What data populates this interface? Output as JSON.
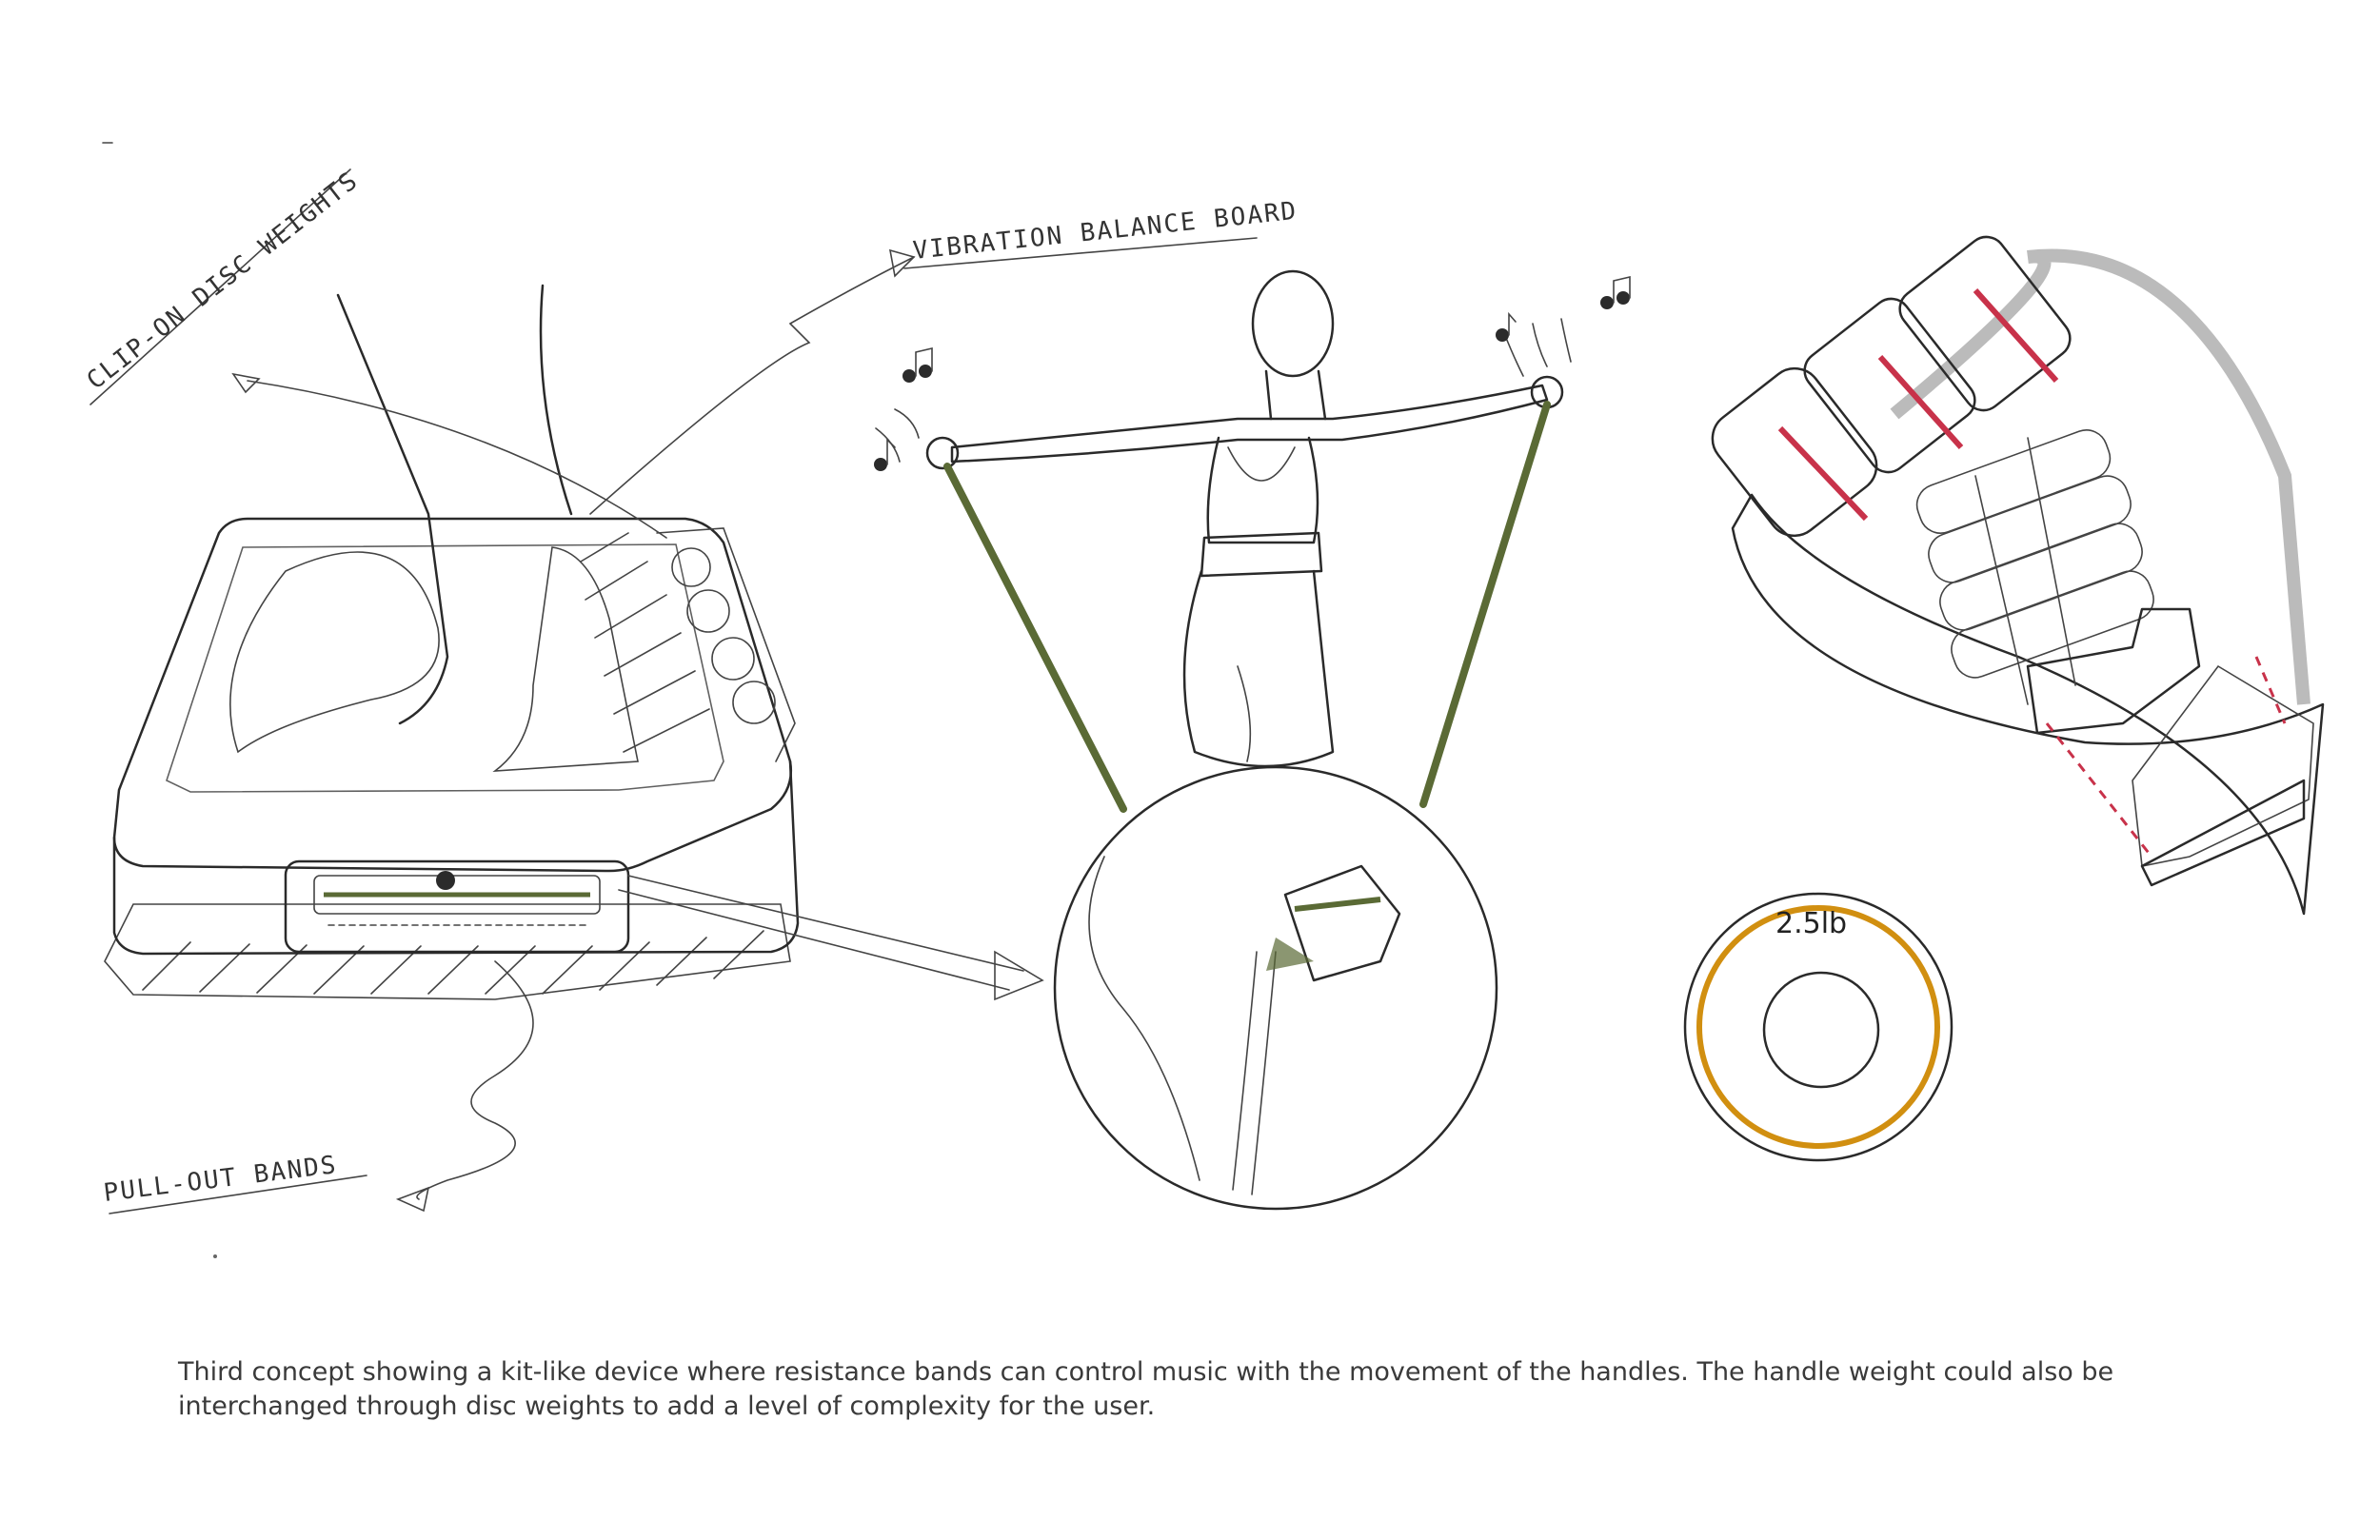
{
  "labels": {
    "clip_on_disc_weights": "CLIP-ON DISC WEIGHTS",
    "vibration_balance_board": "VIBRATION BALANCE BOARD",
    "pull_out_bands": "PULL-OUT BANDS",
    "disc_weight": "2.5lb"
  },
  "caption": {
    "line1": "Third concept showing a kit-like device where resistance bands can control music with the movement of the handles. The handle weight could also be",
    "line2": "interchanged through disc weights to add a level of complexity for the user."
  },
  "colors": {
    "yellow": "#e8b22a",
    "maroon": "#8a2420",
    "olive": "#6b6a2a",
    "grey": "#9a9a9a",
    "pink": "#c8324a",
    "orange": "#d9622a",
    "dark": "#2b2b2b"
  }
}
